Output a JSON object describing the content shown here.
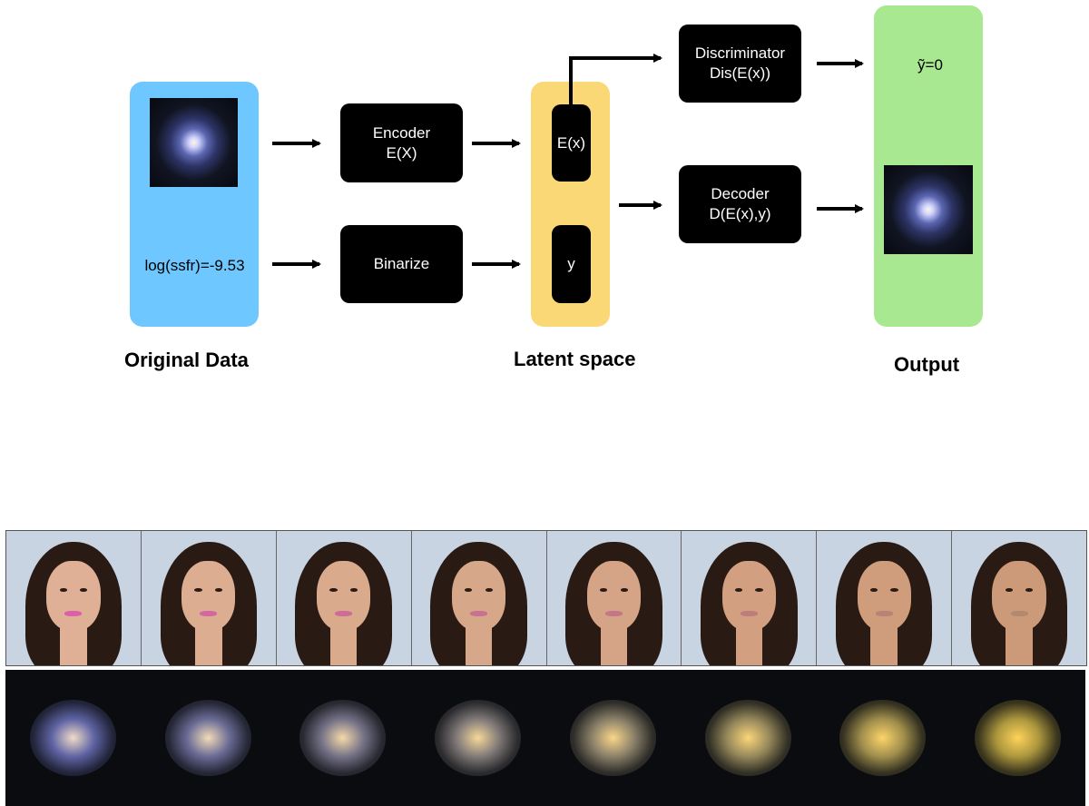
{
  "diagram": {
    "original_panel_color": "#6ec8ff",
    "latent_panel_color": "#fbd876",
    "output_panel_color": "#a8e890",
    "input_value_label": "log(ssfr)=-9.53",
    "encoder": {
      "line1": "Encoder",
      "line2": "E(X)"
    },
    "binarize": {
      "line1": "Binarize"
    },
    "latent_ex": "E(x)",
    "latent_y": "y",
    "discriminator": {
      "line1": "Discriminator",
      "line2": "Dis(E(x))"
    },
    "decoder": {
      "line1": "Decoder",
      "line2": "D(E(x),y)"
    },
    "output_value_label": "ỹ=0",
    "captions": {
      "original": "Original Data",
      "latent": "Latent space",
      "output": "Output"
    }
  },
  "strips": {
    "face_count": 8,
    "galaxy_count": 8
  }
}
